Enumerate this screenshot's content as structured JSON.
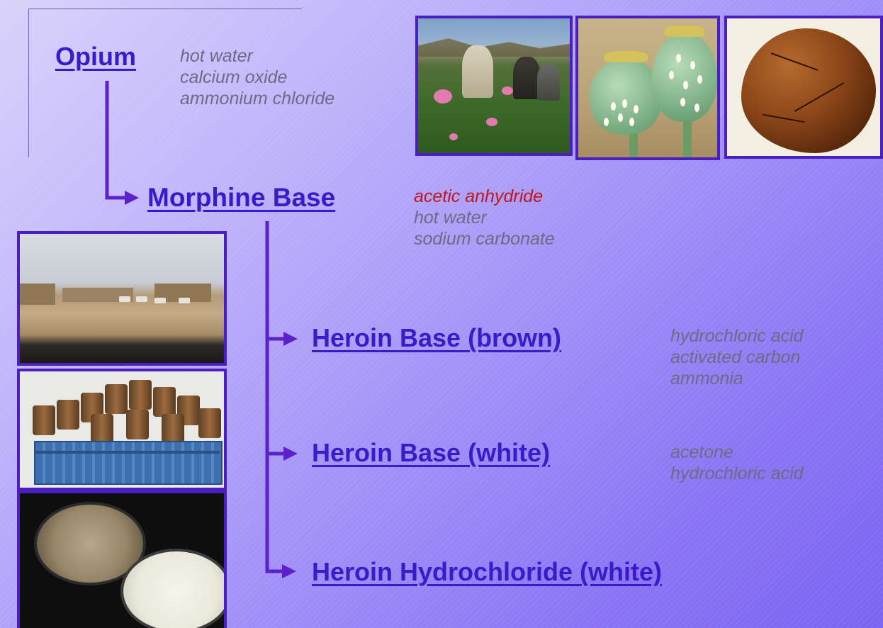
{
  "stages": {
    "opium": "Opium",
    "morphine_base": "Morphine Base",
    "heroin_base_brown": "Heroin Base (brown)",
    "heroin_base_white": "Heroin Base (white)",
    "heroin_hydrochloride": "Heroin Hydrochloride (white)"
  },
  "reagents": {
    "opium": [
      "hot water",
      "calcium oxide",
      "ammonium chloride"
    ],
    "morphine_base": [
      "acetic anhydride",
      "hot water",
      "sodium carbonate"
    ],
    "heroin_base_brown": [
      "hydrochloric acid",
      "activated carbon",
      "ammonia"
    ],
    "heroin_base_white": [
      "acetone",
      "hydrochloric acid"
    ]
  },
  "colors": {
    "stage_text": "#3a1bc9",
    "connector": "#5a22c8",
    "reagent_text": "#6e6a86",
    "highlight_reagent": "#c0161b",
    "photo_border": "#4b1fbf"
  }
}
